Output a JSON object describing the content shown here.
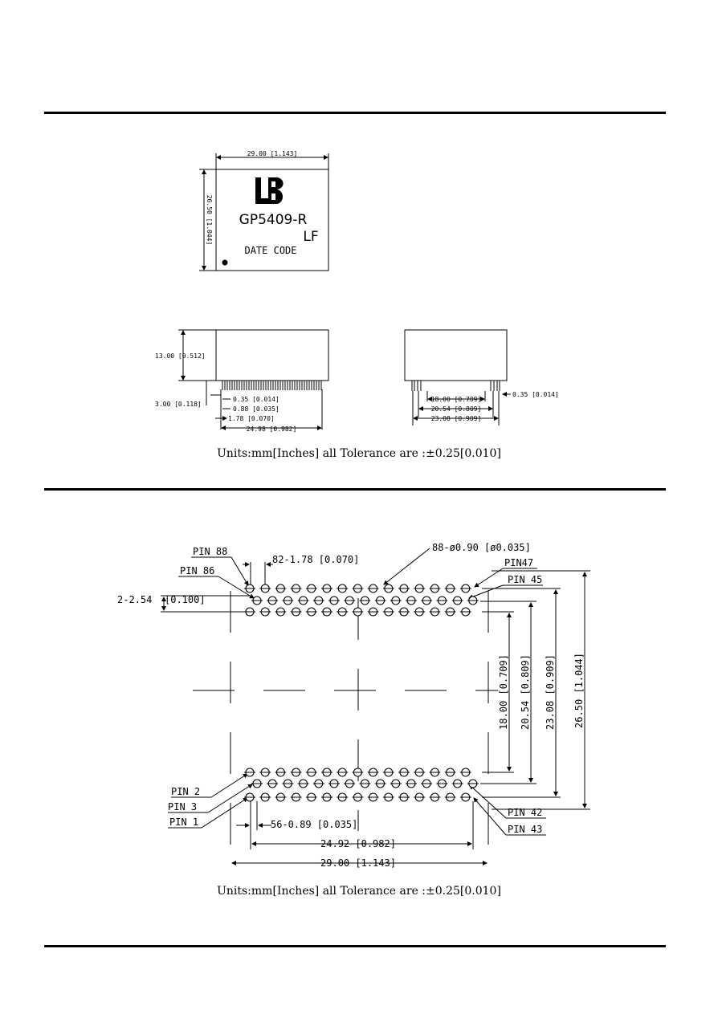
{
  "top_view": {
    "width_dim": "29.00 [1.143]",
    "height_dim": "26.50 [1.044]",
    "marking": {
      "part": "GP5409-R",
      "suffix": "LF",
      "date": "DATE CODE"
    },
    "logo_icon": "hb-logo"
  },
  "side_view": {
    "height_dim": "13.00 [0.512]",
    "pin_len_dim": "3.00 [0.118]",
    "dims": [
      "0.35 [0.014]",
      "0.88 [0.035]",
      "1.78 [0.070]",
      "24.98 [0.982]"
    ]
  },
  "end_view": {
    "dims": [
      "18.00 [0.709]",
      "20.54 [0.809]",
      "23.08 [0.909]"
    ],
    "pin_dim": "0.35 [0.014]"
  },
  "units_note_1": "Units:mm[Inches]  all  Tolerance  are  :±0.25[0.010]",
  "footprint": {
    "hole_spec": "88-ø0.90 [ø0.035]",
    "pitch_spec": "82-1.78 [0.070]",
    "row_spacing": "2-2.54",
    "row_spacing_in": "[0.100]",
    "pin_labels": {
      "pin88": "PIN 88",
      "pin86": "PIN 86",
      "pin47": "PIN47",
      "pin45": "PIN 45",
      "pin2": "PIN 2",
      "pin3": "PIN 3",
      "pin1": "PIN 1",
      "pin42": "PIN 42",
      "pin43": "PIN 43"
    },
    "vertical_dims": [
      "18.00 [0.709]",
      "20.54 [0.809]",
      "23.08 [0.909]",
      "26.50 [1.044]"
    ],
    "bottom_dims": {
      "hole_pitch": "56-0.89 [0.035]",
      "span": "24.92 [0.982]",
      "width": "29.00 [1.143]"
    }
  },
  "units_note_2": "Units:mm[Inches]  all  Tolerance  are  :±0.25[0.010]"
}
